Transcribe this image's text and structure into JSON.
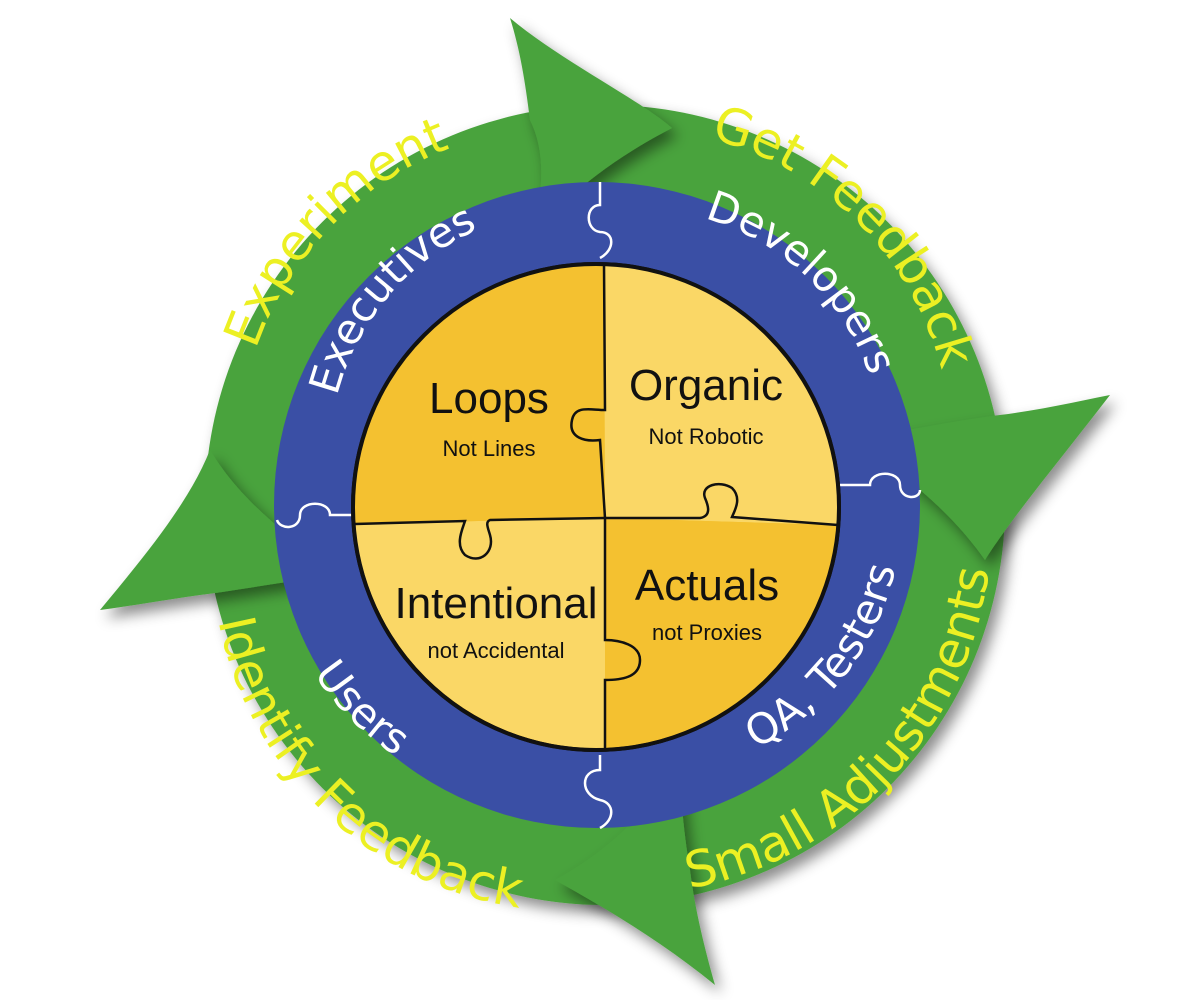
{
  "colors": {
    "green": "#4aa33e",
    "green_dark": "#2f7a27",
    "blue": "#3a4fa5",
    "yellow_text": "#ecf023",
    "white_text": "#ffffff",
    "piece_dark": "#f4c130",
    "piece_light": "#fad766",
    "ink": "#111111"
  },
  "outer_ring": {
    "top_right": "Get Feedback",
    "bottom_right": "Small Adjustments",
    "bottom_left": "Identify Feedback",
    "top_left": "Experiment"
  },
  "middle_ring": {
    "top_right": "Developers",
    "bottom_right": "QA, Testers",
    "bottom_left": "Users",
    "top_left": "Executives"
  },
  "pieces": {
    "top_left": {
      "title": "Loops",
      "subtitle": "Not Lines"
    },
    "top_right": {
      "title": "Organic",
      "subtitle": "Not Robotic"
    },
    "bottom_left": {
      "title": "Intentional",
      "subtitle": "not Accidental"
    },
    "bottom_right": {
      "title": "Actuals",
      "subtitle": "not Proxies"
    }
  }
}
